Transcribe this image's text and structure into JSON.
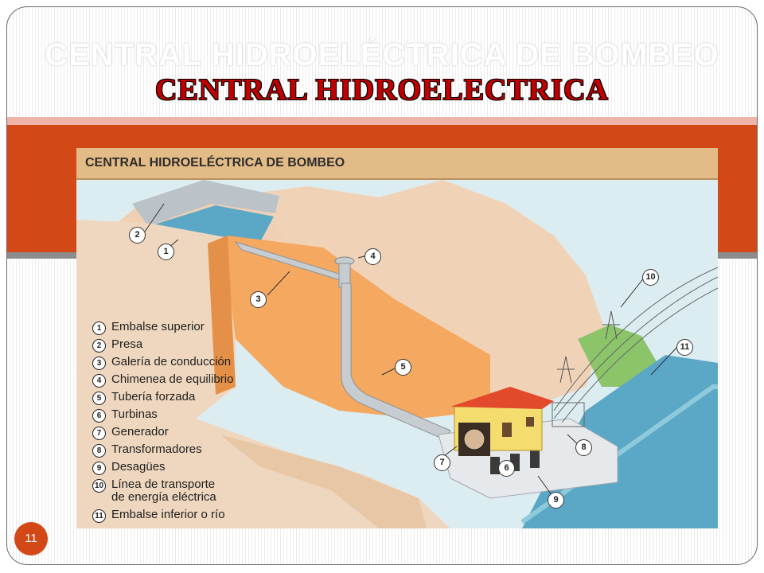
{
  "slide": {
    "ghost_title": "CENTRAL HIDROELÉCTRICA DE BOMBEO",
    "title": "CENTRAL  HIDROELECTRICA",
    "slide_number": "11"
  },
  "diagram": {
    "title": "CENTRAL HIDROELÉCTRICA DE BOMBEO",
    "legend": [
      {
        "num": "1",
        "label": "Embalse superior"
      },
      {
        "num": "2",
        "label": "Presa"
      },
      {
        "num": "3",
        "label": "Galería de conducción"
      },
      {
        "num": "4",
        "label": "Chimenea de equilibrio"
      },
      {
        "num": "5",
        "label": "Tubería forzada"
      },
      {
        "num": "6",
        "label": "Turbinas"
      },
      {
        "num": "7",
        "label": "Generador"
      },
      {
        "num": "8",
        "label": "Transformadores"
      },
      {
        "num": "9",
        "label": "Desagües"
      },
      {
        "num": "10",
        "label": "Línea de transporte",
        "label2": "de energía eléctrica"
      },
      {
        "num": "11",
        "label": "Embalse inferior o río"
      }
    ],
    "callouts": [
      "1",
      "2",
      "3",
      "4",
      "5",
      "6",
      "7",
      "8",
      "9",
      "10",
      "11"
    ]
  },
  "colors": {
    "accent": "#d34817",
    "title_red": "#c00000",
    "header_tan": "#e3bb86"
  }
}
